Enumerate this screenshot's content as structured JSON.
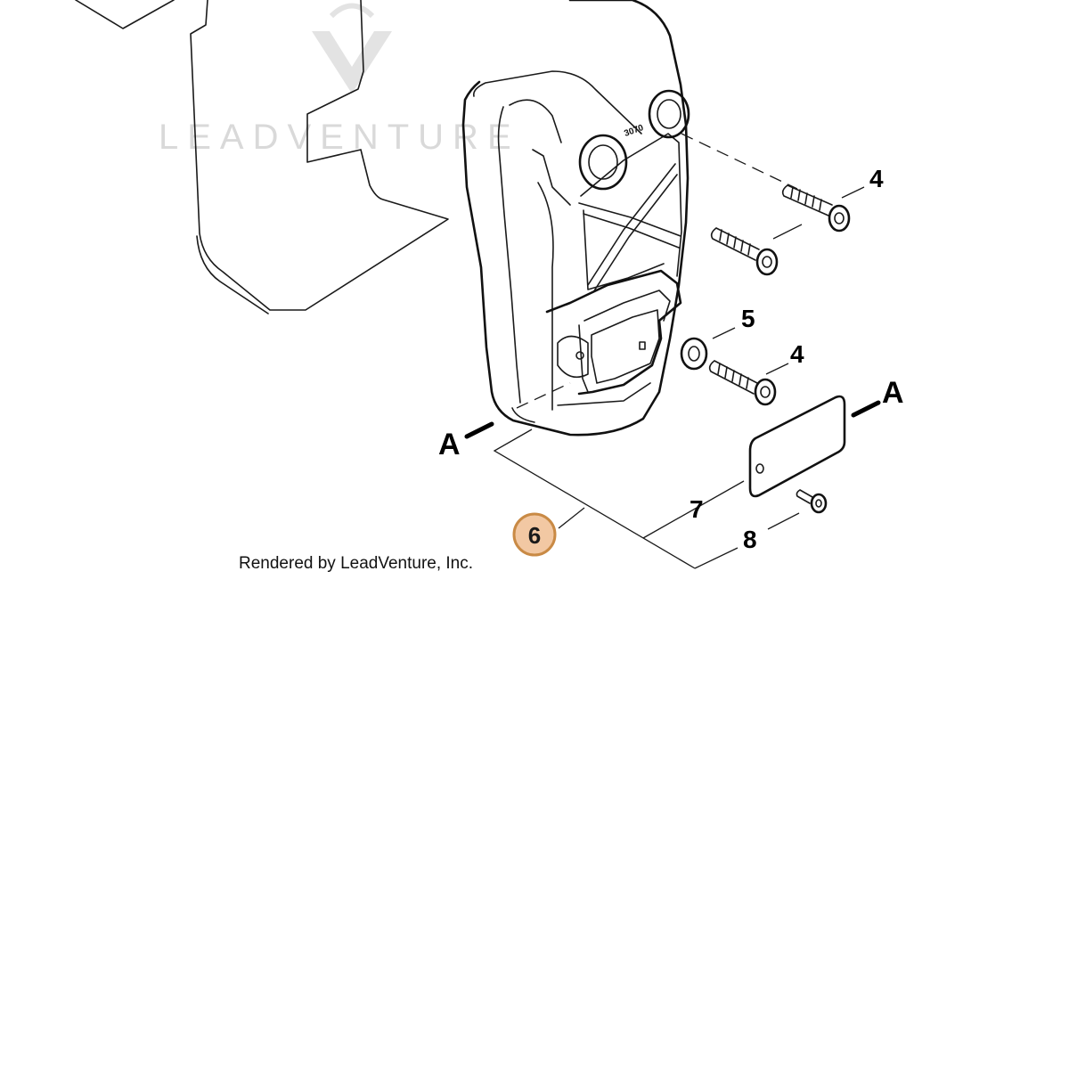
{
  "watermark": "LEADVENTURE",
  "credit": "Rendered by LeadVenture, Inc.",
  "part_stamp": "3070",
  "highlight_color": "#f2c8a3",
  "highlight_border": "#c98a45",
  "callouts": {
    "c4_top": "4",
    "c4_mid": "4",
    "c5": "5",
    "c6": "6",
    "c7": "7",
    "c8": "8"
  },
  "refs": {
    "left": "A",
    "right": "A"
  }
}
